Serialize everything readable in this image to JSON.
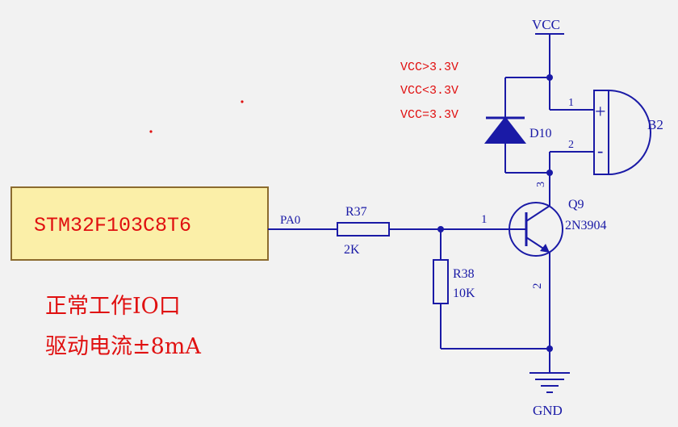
{
  "chip": {
    "part": "STM32F103C8T6",
    "pin": "PA0"
  },
  "resistors": [
    {
      "ref": "R37",
      "value": "2K"
    },
    {
      "ref": "R38",
      "value": "10K"
    }
  ],
  "transistor": {
    "ref": "Q9",
    "part": "2N3904",
    "pin_base": "1",
    "pin_emitter": "2",
    "pin_collector": "3"
  },
  "diode": {
    "ref": "D10"
  },
  "buzzer": {
    "ref": "B2",
    "pin1": "1",
    "pin2": "2",
    "plus": "+",
    "minus": "-"
  },
  "power": {
    "vcc": "VCC",
    "gnd": "GND"
  },
  "vcc_notes": [
    "VCC>3.3V",
    "VCC<3.3V",
    "VCC=3.3V"
  ],
  "notes": [
    "正常工作IO口",
    "驱动电流±8mA"
  ],
  "colors": {
    "wire": "#1a1aa6",
    "annotation": "#e01010",
    "chip_fill": "#fbefa8",
    "chip_border": "#8b6b2e"
  }
}
